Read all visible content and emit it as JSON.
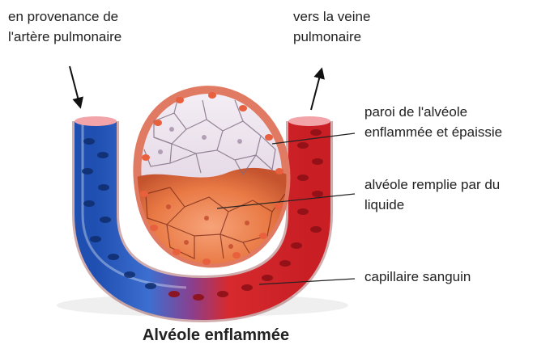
{
  "labels": {
    "from_artery": [
      "en provenance de",
      "l'artère pulmonaire"
    ],
    "to_vein": [
      "vers la veine",
      "pulmonaire"
    ],
    "alveolar_wall": [
      "paroi de l'alvéole",
      "enflammée et épaissie"
    ],
    "fluid_filled": [
      "alvéole remplie par du",
      "liquide"
    ],
    "capillary": "capillaire sanguin"
  },
  "caption": "Alvéole enflammée",
  "colors": {
    "venous_blood": "#2457b8",
    "arterial_blood": "#d7262b",
    "red_cell": "#9b1118",
    "fluid": "#e97a45",
    "alveolar_cell": "#e3d5e4",
    "cell_nucleus": "#e8603d",
    "arrow": "#111111"
  }
}
